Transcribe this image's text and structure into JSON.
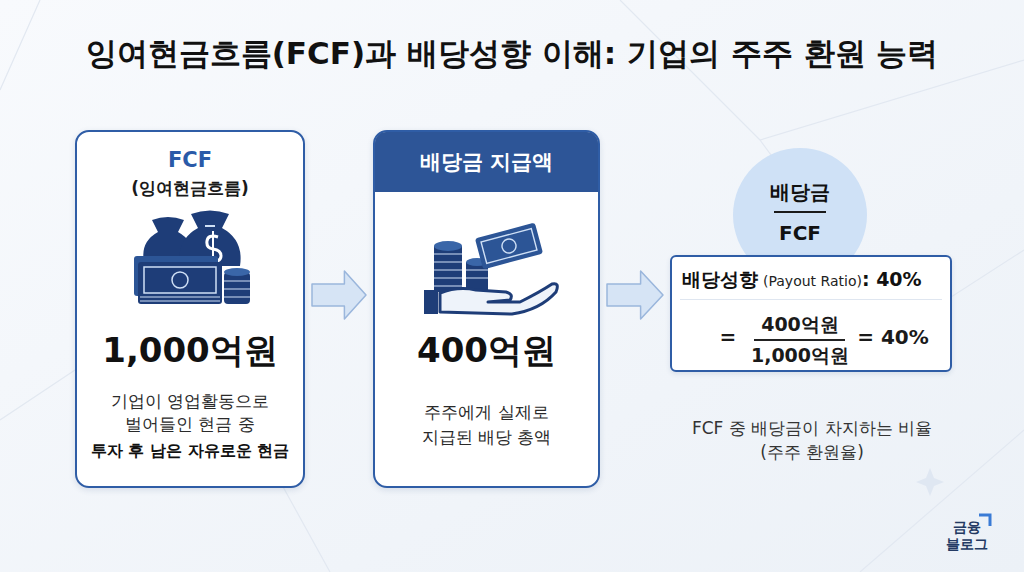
{
  "diagram": {
    "title": "잉여현금흐름(FCF)과 배당성향 이해: 기업의 주주 환원 능력",
    "nodes": [
      {
        "text": [
          "FCF",
          "(잉여현금흐름)",
          "1,000억원",
          "기업이 영업활동으로 벌어들인 현금 중",
          "투자 후 남은 자유로운 현금"
        ]
      },
      {
        "text": [
          "배당금 지급액",
          "400억원",
          "주주에게 실제로 지급된 배당 총액"
        ]
      },
      {
        "text": [
          "배당금",
          "FCF"
        ]
      },
      {
        "text": [
          "배당성향",
          "(Payout Ratio)",
          ": 40%",
          "=",
          "400억원",
          "1,000억원",
          "= 40%"
        ]
      }
    ],
    "edges": [
      {
        "from": 0,
        "to": 1,
        "arrow": "to"
      },
      {
        "from": 1,
        "to": 3,
        "arrow": "to"
      }
    ],
    "labels": [
      "FCF 중 배당금이 차지하는 비율 (주주 환원율)",
      "금융 블로그"
    ]
  }
}
